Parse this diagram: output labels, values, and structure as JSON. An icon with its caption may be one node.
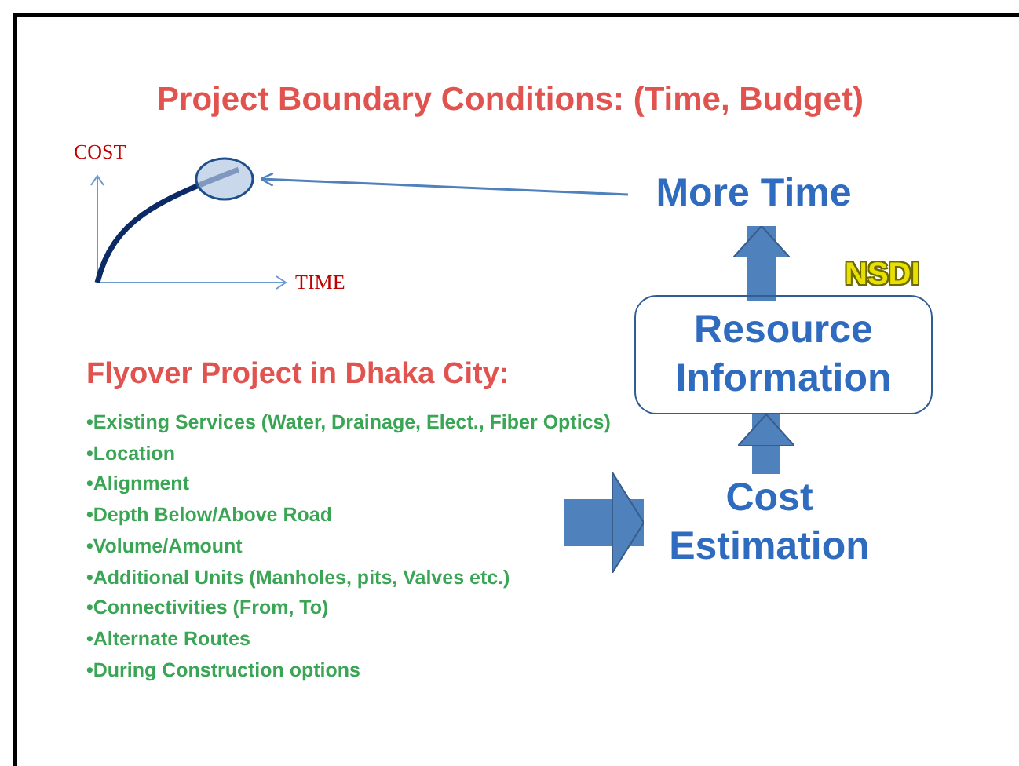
{
  "diagram": {
    "title": "Project Boundary Conditions: (Time, Budget)",
    "nodes": [
      {
        "text": [
          "More Time"
        ]
      },
      {
        "text": [
          "Resource Information"
        ]
      },
      {
        "text": [
          "Cost Estimation"
        ]
      },
      {
        "text": [
          "Flyover Project in Dhaka City:",
          "•Existing Services (Water, Drainage, Elect., Fiber Optics)",
          "•Location",
          "•Alignment",
          "•Depth Below/Above Road",
          "•Volume/Amount",
          "•Additional Units (Manholes, pits, Valves etc.)",
          "•Connectivities (From, To)",
          "•Alternate Routes",
          "•During Construction options"
        ]
      },
      {
        "text": [],
        "shape": "circle"
      }
    ],
    "edges": [
      {
        "from": 0,
        "to": 4,
        "arrow": "to"
      },
      {
        "from": 1,
        "to": 0,
        "arrow": "to"
      },
      {
        "from": 2,
        "to": 1,
        "arrow": "to"
      },
      {
        "from": 3,
        "to": 2,
        "arrow": "to"
      }
    ],
    "labels": [
      "COST",
      "TIME",
      "NSDI"
    ]
  }
}
